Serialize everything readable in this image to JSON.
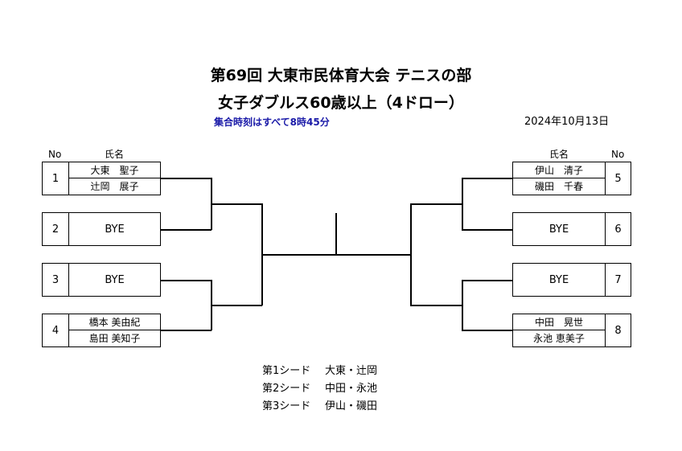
{
  "title_line1": "第69回 大東市民体育大会 テニスの部",
  "title_line2": "女子ダブルス60歳以上（4ドロー）",
  "meeting_note": "集合時刻はすべて8時45分",
  "date": "2024年10月13日",
  "headers": {
    "no": "No",
    "name": "氏名"
  },
  "left_entries": [
    {
      "no": "1",
      "player1": "大東　聖子",
      "player2": "辻岡　展子"
    },
    {
      "no": "2",
      "bye": "BYE"
    },
    {
      "no": "3",
      "bye": "BYE"
    },
    {
      "no": "4",
      "player1": "橋本 美由紀",
      "player2": "島田 美知子"
    }
  ],
  "right_entries": [
    {
      "no": "5",
      "player1": "伊山　清子",
      "player2": "磯田　千春"
    },
    {
      "no": "6",
      "bye": "BYE"
    },
    {
      "no": "7",
      "bye": "BYE"
    },
    {
      "no": "8",
      "player1": "中田　晃世",
      "player2": "永池 恵美子"
    }
  ],
  "seeds": [
    {
      "label": "第1シード",
      "pair": "大東・辻岡"
    },
    {
      "label": "第2シード",
      "pair": "中田・永池"
    },
    {
      "label": "第3シード",
      "pair": "伊山・磯田"
    }
  ]
}
